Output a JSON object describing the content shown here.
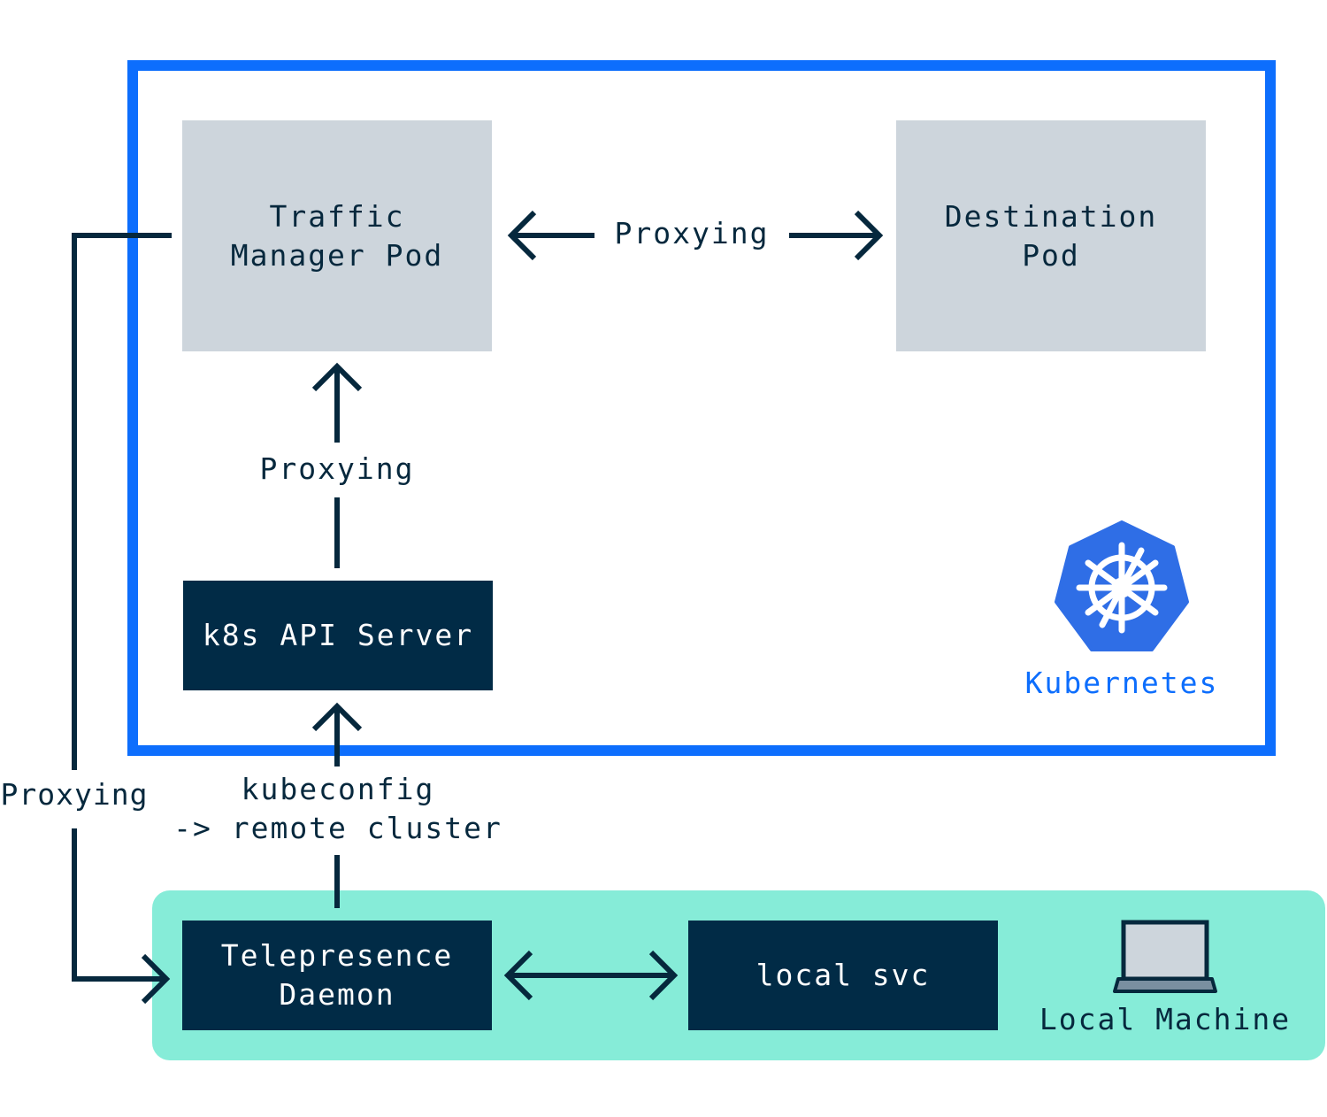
{
  "cluster": {
    "label": "Kubernetes",
    "icon": "kubernetes-logo-icon",
    "border_color": "#0d6efd"
  },
  "local_area": {
    "label": "Local Machine",
    "icon": "laptop-icon",
    "background_color": "#86ecd8"
  },
  "nodes": {
    "traffic_manager": "Traffic\nManager Pod",
    "destination": "Destination\nPod",
    "api_server": "k8s API Server",
    "daemon": "Telepresence\nDaemon",
    "local_svc": "local svc"
  },
  "edges": {
    "tm_destination": "Proxying",
    "api_tm": "Proxying",
    "daemon_api": "kubeconfig\n-> remote cluster",
    "tm_daemon": "Proxying"
  },
  "colors": {
    "light_box": "#cdd5dc",
    "dark_box": "#012b46",
    "ink": "#06283d"
  }
}
